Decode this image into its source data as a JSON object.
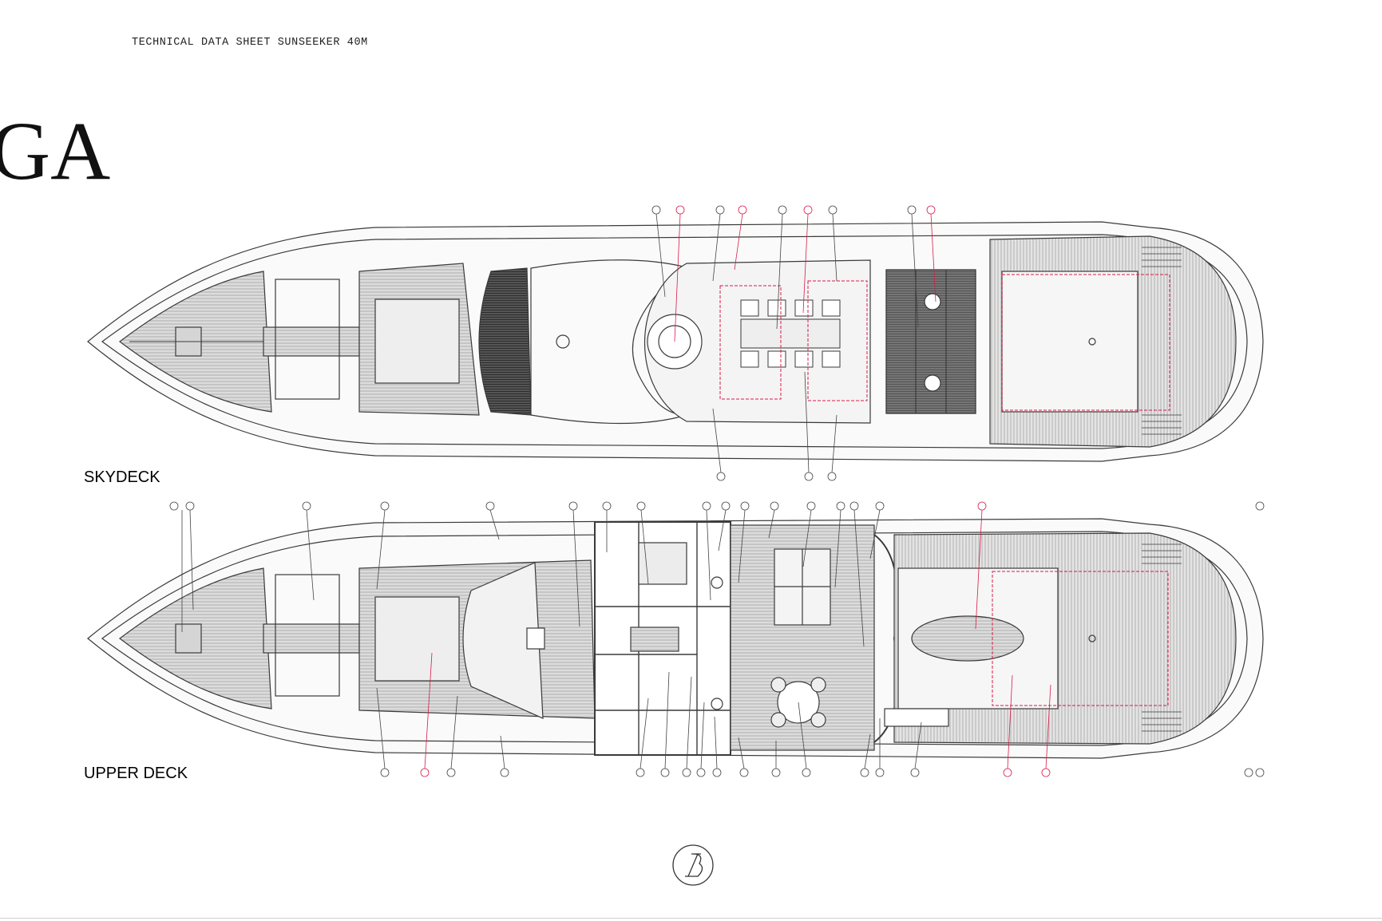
{
  "header": {
    "title": "TECHNICAL DATA SHEET SUNSEEKER 40M"
  },
  "cover": {
    "title_fragment": "GA"
  },
  "decks": {
    "skydeck": {
      "label": "SKYDECK"
    },
    "upperdeck": {
      "label": "UPPER DECK"
    }
  },
  "colors": {
    "line": "#3a3a3a",
    "hatch": "#8d8d8d",
    "accent_red": "#d81b4a",
    "background": "#ffffff"
  },
  "icons": [
    "brand-monogram-icon"
  ]
}
